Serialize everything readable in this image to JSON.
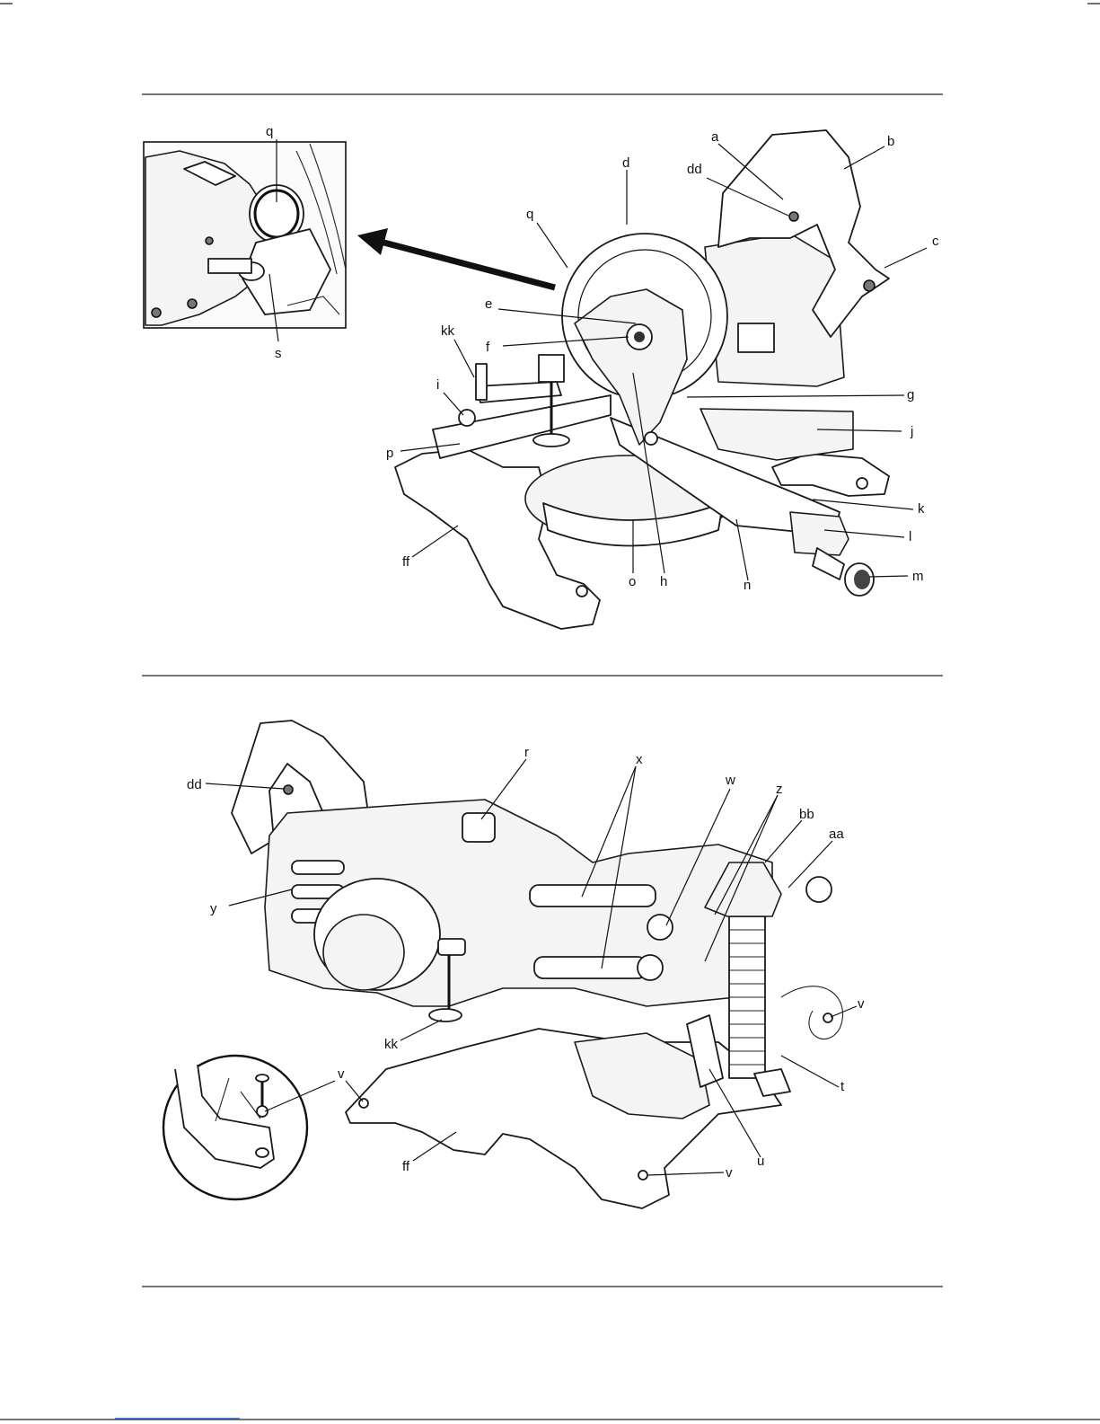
{
  "figure_1": {
    "labels": [
      "a",
      "b",
      "c",
      "d",
      "dd",
      "q",
      "e",
      "f",
      "kk",
      "g",
      "i",
      "j",
      "p",
      "k",
      "l",
      "ff",
      "o",
      "h",
      "n",
      "m"
    ],
    "inset_labels": [
      "q",
      "s"
    ]
  },
  "figure_2": {
    "labels": [
      "r",
      "x",
      "w",
      "z",
      "bb",
      "aa",
      "dd",
      "y",
      "v",
      "kk",
      "t",
      "u",
      "v",
      "ff",
      "v"
    ],
    "inset_labels": [
      "v"
    ]
  }
}
